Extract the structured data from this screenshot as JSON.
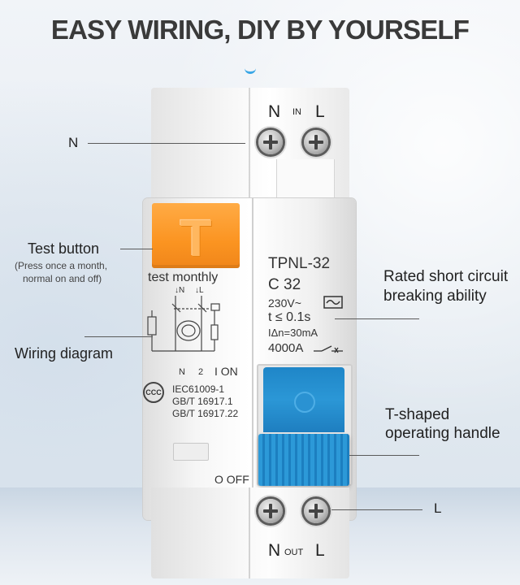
{
  "headline": "EASY WIRING, DIY BY YOURSELF",
  "terminals": {
    "top_n": "N",
    "top_in": "IN",
    "top_l": "L",
    "bottom_n": "N",
    "bottom_out": "OUT",
    "bottom_l": "L"
  },
  "device": {
    "button_letter": "T",
    "test_monthly": "test monthly",
    "model": "TPNL-32",
    "rating": "C 32",
    "voltage": "230V~",
    "trip_time": "t  ≤ 0.1s",
    "residual_current": "IΔn=30mA",
    "breaking_capacity": "4000A",
    "diagram_labels": [
      "↓N",
      "↓L",
      "N",
      "2",
      "I ON"
    ],
    "certification_mark": "CCC",
    "standards": [
      "IEC61009-1",
      "GB/T 16917.1",
      "GB/T 16917.22"
    ],
    "off_label": "O OFF"
  },
  "callouts": {
    "n": "N",
    "test_button": "Test button",
    "test_button_note_1": "(Press once a month,",
    "test_button_note_2": "normal on and off)",
    "wiring_diagram": "Wiring diagram",
    "rated_short_1": "Rated short circuit",
    "rated_short_2": "breaking ability",
    "handle_1": "T-shaped",
    "handle_2": "operating handle",
    "l": "L"
  },
  "colors": {
    "accent_orange": "#fb9421",
    "handle_blue": "#2b97d6",
    "headline": "#3a3a3a"
  }
}
